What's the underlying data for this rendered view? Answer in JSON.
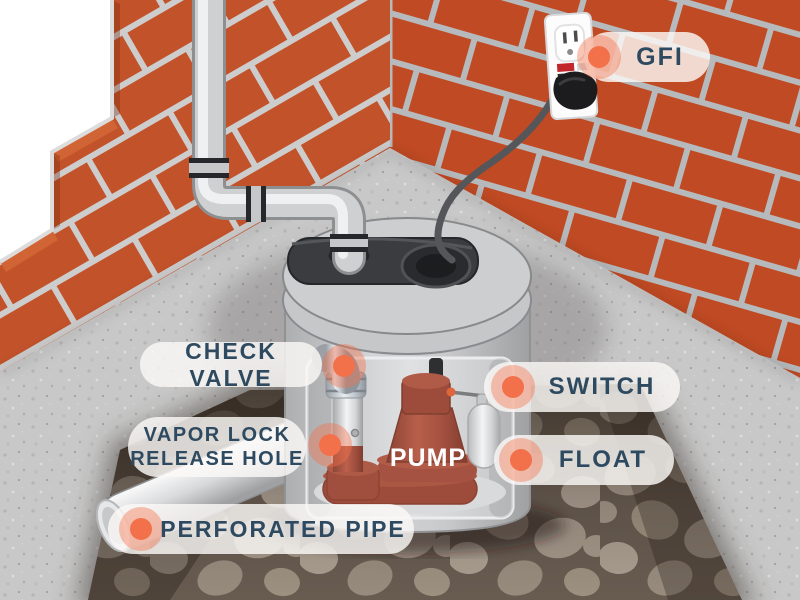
{
  "callouts": {
    "gfi": {
      "label": "GFI"
    },
    "check_valve": {
      "label": "CHECK VALVE"
    },
    "vapor_lock": {
      "line1": "VAPOR LOCK",
      "line2": "RELEASE HOLE"
    },
    "switch": {
      "label": "SWITCH"
    },
    "float": {
      "label": "FLOAT"
    },
    "perforated_pipe": {
      "label": "PERFORATED PIPE"
    },
    "pump": {
      "label": "PUMP"
    }
  },
  "colors": {
    "marker_orange": "#f2714b",
    "marker_halo": "#f7a584",
    "label_text_navy": "#2e4a61",
    "label_pill_white": "#faf8f6",
    "brick_left_wall": "#c2522a",
    "brick_right_wall": "#c04a23",
    "brick_top_face": "#d06434",
    "mortar_gray": "#c3c5c7",
    "concrete_floor": "#c8c8c8",
    "pit_stone": "#a89c8e",
    "pit_gap_brown": "#6b5f54",
    "basin_gray": "#c9cacc",
    "lid_dark": "#3b3c3f",
    "pipe_silver": "#d7d8da",
    "pump_terracotta": "#a85443",
    "float_white": "#e9eaec",
    "cable_dark": "#55565a",
    "outlet_white": "#fcfcfc",
    "gfi_test_button_red": "#c2272b"
  }
}
